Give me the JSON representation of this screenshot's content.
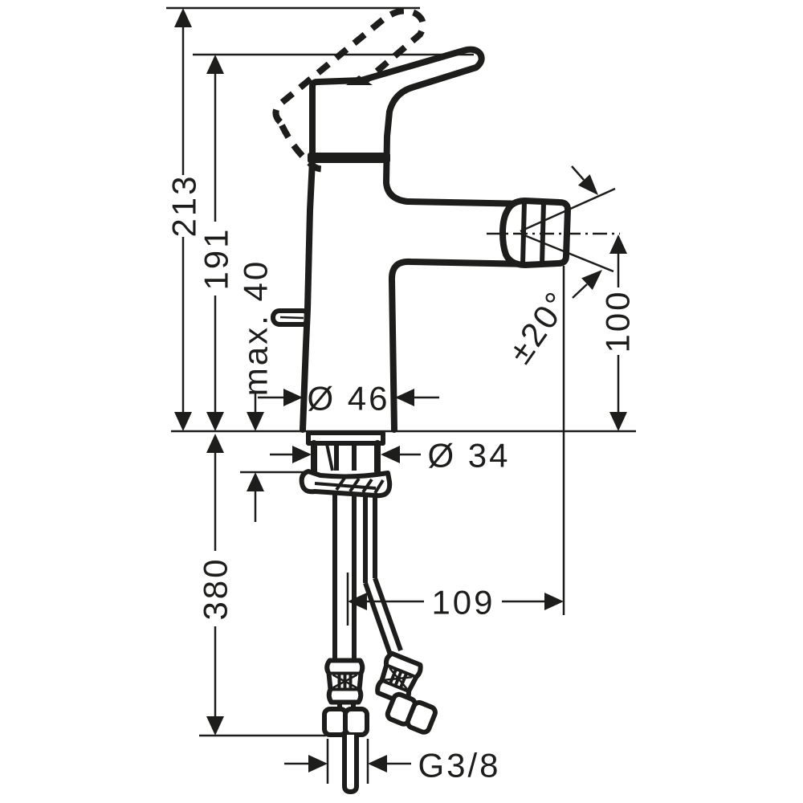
{
  "drawing": {
    "subject": "Single-lever bidet mixer tap - technical dimension drawing",
    "colors": {
      "ink": "#1d1d1b",
      "background": "#ffffff"
    },
    "dimensions": {
      "overall_height": "213",
      "height_to_handle_rest": "191",
      "max_deck_thickness": "max. 40",
      "body_base_diameter": "Ø 46",
      "shank_diameter": "Ø 34",
      "spout_swivel_range": "±20°",
      "spout_axis_height": "100",
      "spout_reach": "109",
      "hose_drop_below_deck": "380",
      "supply_connection_thread": "G3/8"
    }
  }
}
